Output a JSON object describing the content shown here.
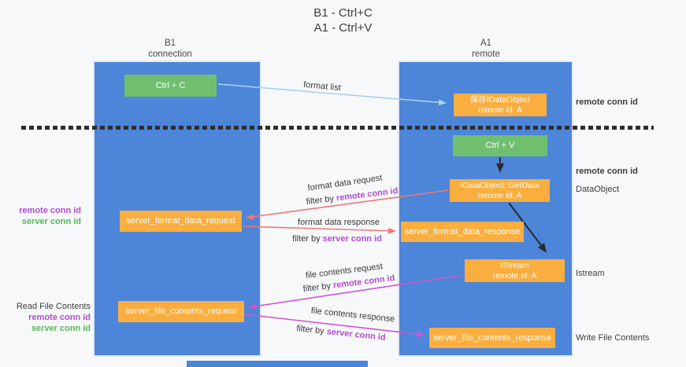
{
  "title": {
    "line1": "B1 - Ctrl+C",
    "line2": "A1 - Ctrl+V"
  },
  "lanes": {
    "b1": {
      "name": "B1",
      "subtitle": "connection"
    },
    "a1": {
      "name": "A1",
      "subtitle": "remote"
    }
  },
  "boxes": {
    "ctrl_c": "Ctrl + C",
    "ctrl_v": "Ctrl + V",
    "save_obj": {
      "line1": "保存IDataObject",
      "line2": "remote id: A"
    },
    "getdata": {
      "line1": "IDataObject::GetData",
      "line2": "remote id: A"
    },
    "istream": {
      "line1": "IStream",
      "line2": "remote id: A"
    },
    "format_request": "server_format_data_request",
    "format_response": "server_format_data_response",
    "file_request": "server_file_contents_request",
    "file_response": "server_file_contents_response"
  },
  "flows": [
    {
      "label": "format list"
    },
    {
      "label": "format data request",
      "filter_prefix": "filter by",
      "filter_id": "remote conn id"
    },
    {
      "label": "format data response",
      "filter_prefix": "filter by",
      "filter_id": "server conn id"
    },
    {
      "label": "file contents request",
      "filter_prefix": "filter by",
      "filter_id": "remote conn id"
    },
    {
      "label": "file contents response",
      "filter_prefix": "filter by",
      "filter_id": "server conn id"
    }
  ],
  "left_labels": {
    "format_group": {
      "remote": "remote conn id",
      "server": "server conn id"
    },
    "file_group": {
      "title": "Read File Contents",
      "remote": "remote conn id",
      "server": "server conn id"
    }
  },
  "right_labels": {
    "top_remote": "remote conn id",
    "mid_remote": "remote conn id",
    "dataobject": "DataObject",
    "istream": "Istream",
    "write_file": "Write File Contents"
  },
  "colors": {
    "lane_blue": "#4d85d8",
    "box_green": "#6fbf6f",
    "box_orange": "#f9ae3f",
    "purple_text": "#b14ccd",
    "green_text": "#58b75b",
    "arrow_lightblue": "#a5d2f2",
    "arrow_red": "#ee7777",
    "arrow_magenta": "#cb57cf",
    "arrow_black": "#2b2b2b"
  }
}
